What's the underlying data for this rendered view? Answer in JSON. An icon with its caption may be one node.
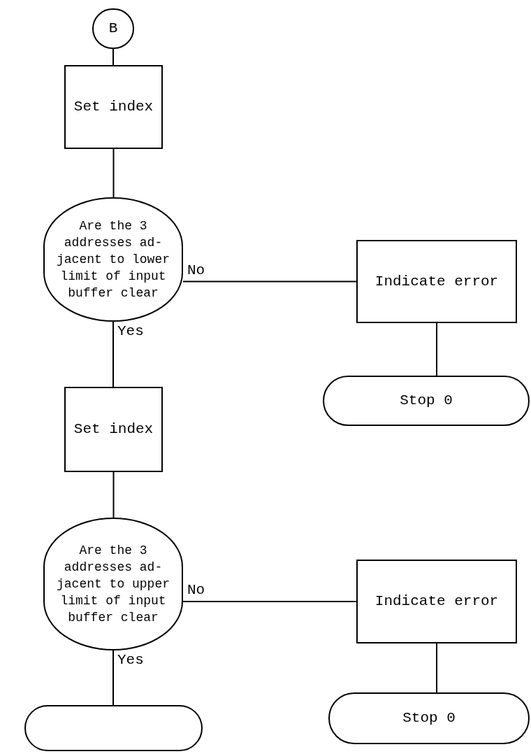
{
  "diagram": {
    "nodes": [
      {
        "text": [
          "B"
        ]
      },
      {
        "text": [
          "Set index"
        ]
      },
      {
        "text": [
          "Are the 3 addresses ad- jacent to lower limit of input buffer clear"
        ]
      },
      {
        "text": [
          "Indicate error"
        ]
      },
      {
        "text": [
          "Stop 0"
        ]
      },
      {
        "text": [
          "Set index"
        ]
      },
      {
        "text": [
          "Are the 3 addresses ad- jacent to upper limit of input buffer clear"
        ]
      },
      {
        "text": [
          "Indicate error"
        ]
      },
      {
        "text": [
          "Stop 0"
        ]
      },
      {
        "text": [],
        "shape": "terminal"
      }
    ],
    "edges": [
      {
        "from": 0,
        "to": 1,
        "arrow": "none"
      },
      {
        "from": 1,
        "to": 2,
        "arrow": "none"
      },
      {
        "from": 2,
        "to": 3,
        "arrow": "none",
        "label": "No"
      },
      {
        "from": 3,
        "to": 4,
        "arrow": "none"
      },
      {
        "from": 2,
        "to": 5,
        "arrow": "none",
        "label": "Yes"
      },
      {
        "from": 5,
        "to": 6,
        "arrow": "none"
      },
      {
        "from": 6,
        "to": 7,
        "arrow": "none",
        "label": "No"
      },
      {
        "from": 7,
        "to": 8,
        "arrow": "none"
      },
      {
        "from": 6,
        "to": 9,
        "arrow": "none",
        "label": "Yes"
      }
    ]
  }
}
